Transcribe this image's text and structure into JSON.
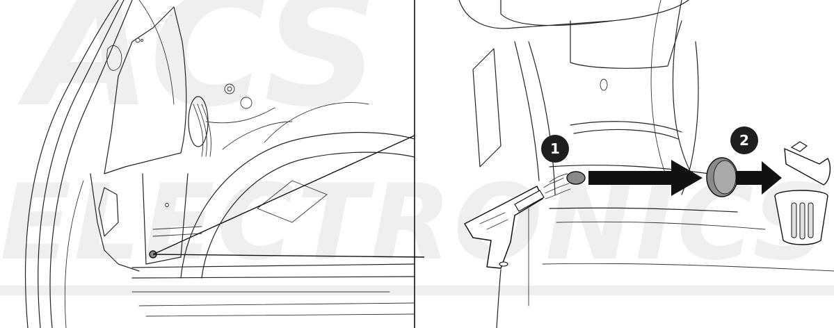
{
  "watermark": {
    "top_text": "ACS",
    "bottom_text": "ELECTRONICS"
  },
  "steps": [
    {
      "number": "1",
      "color": "#1e1e1e"
    },
    {
      "number": "2",
      "color": "#1e1e1e"
    }
  ],
  "colors": {
    "line_art": "#222222",
    "arrow": "#111111",
    "plug": "#8a8a8a",
    "watermark": "#efefef"
  }
}
